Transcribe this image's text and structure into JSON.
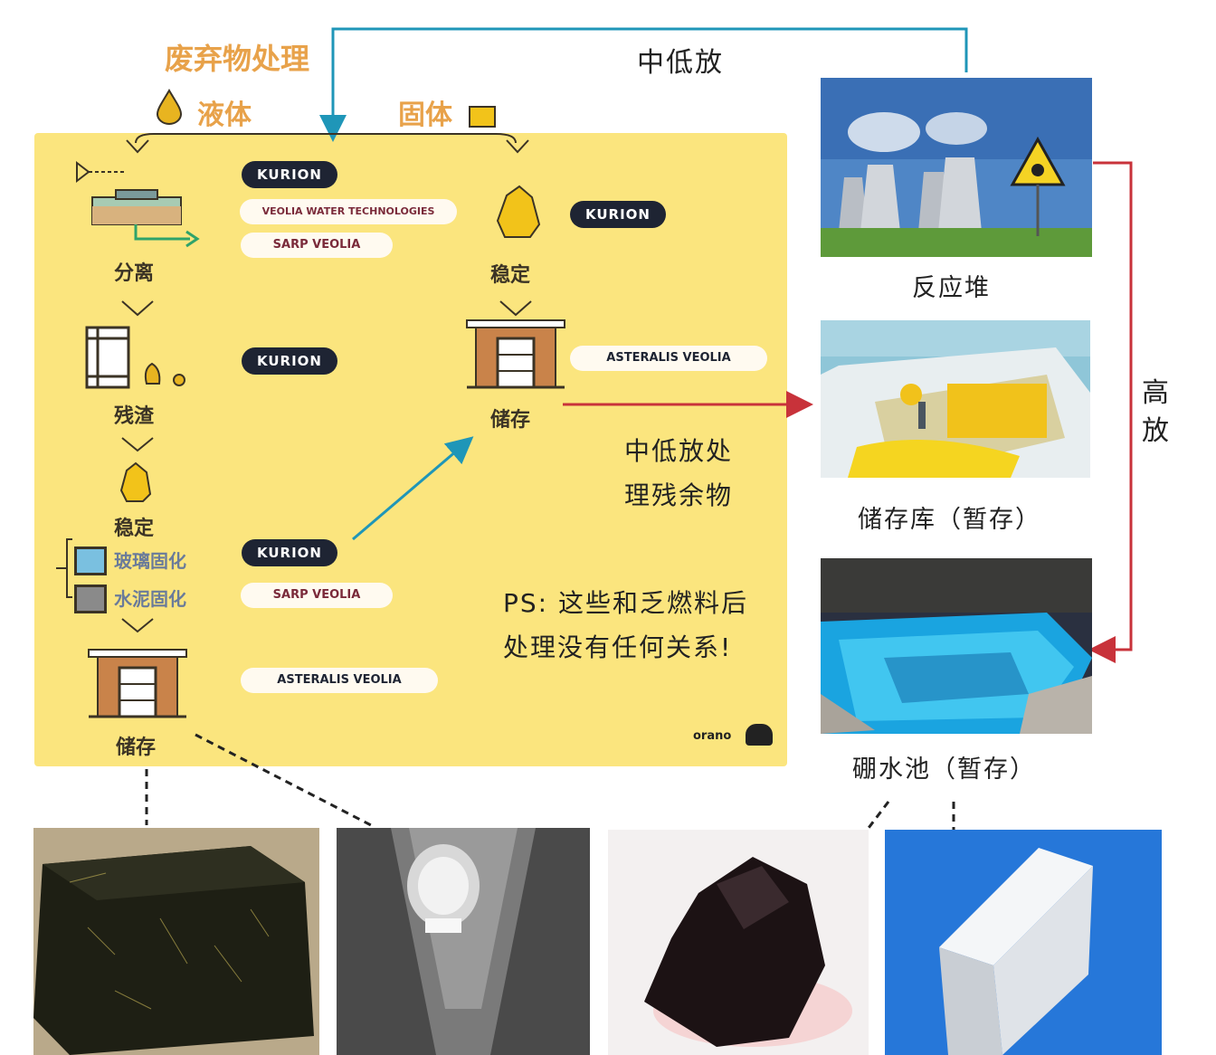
{
  "title": "废弃物处理",
  "liquid_label": "液体",
  "solid_label": "固体",
  "arrows": {
    "mid_low_top": "中低放",
    "high": "高放"
  },
  "liquid_steps": {
    "separation": "分离",
    "residue": "残渣",
    "stabilize": "稳定",
    "vitrify": "玻璃固化",
    "cement": "水泥固化",
    "storage": "储存"
  },
  "solid_steps": {
    "stabilize": "稳定",
    "storage": "储存"
  },
  "badges": {
    "kurion": "KURION",
    "veolia_water": "VEOLIA WATER TECHNOLOGIES",
    "sarp_veolia": "SARP VEOLIA",
    "asteralis_veolia": "ASTERALIS VEOLIA"
  },
  "residue_note": "中低放处理残余物",
  "ps_note": "PS: 这些和乏燃料后处理没有任何关系!",
  "brand": "orano",
  "captions": {
    "reactor": "反应堆",
    "storage_temp": "储存库（暂存）",
    "boron_pool": "硼水池（暂存）"
  },
  "colors": {
    "panel": "#fbe57e",
    "teal_arrow": "#1f96b8",
    "red_arrow": "#c8323a",
    "orange_title": "#e8a24a"
  }
}
